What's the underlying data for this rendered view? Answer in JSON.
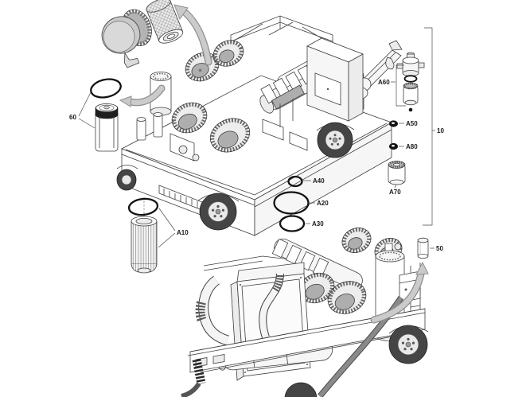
{
  "diagram": {
    "title": "exploded-parts-diagram",
    "callouts": {
      "n60": "60",
      "a10": "A10",
      "a40": "A40",
      "a20": "A20",
      "a30": "A30",
      "a60": "A60",
      "a50": "A50",
      "a80": "A80",
      "a70": "A70",
      "n10": "10",
      "n50": "50"
    },
    "colors": {
      "line": "#3f3f3f",
      "label_text": "#1a1a1a",
      "arrow_fill": "#c9c9c9",
      "seal_black": "#121212",
      "housing_gray": "#c9c9c9",
      "background": "#ffffff"
    }
  }
}
